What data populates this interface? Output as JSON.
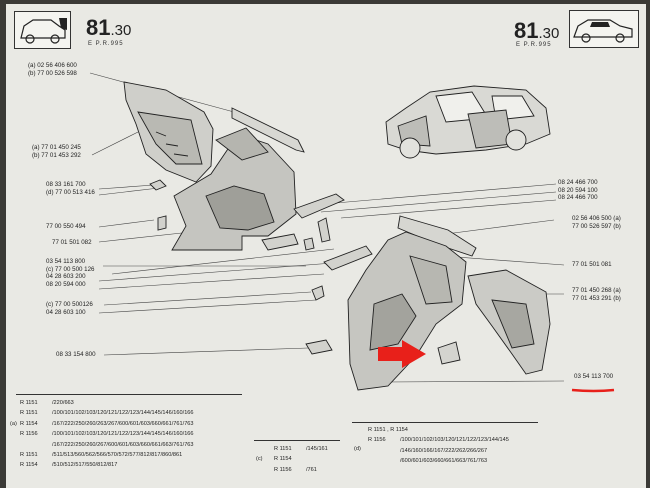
{
  "header": {
    "page_left": "81",
    "page_right": "81",
    "page_sub": "30",
    "ref_left": "E   P.R.995",
    "ref_right": "E   P.R.995"
  },
  "labels_left": [
    [
      "(a) 02 56 406 600",
      "(b) 77 00 526 598"
    ],
    [
      "(a) 77 01 450 245",
      "(b) 77 01 453 292"
    ],
    [
      "08 33 161 700",
      "(d) 77 00 513 416"
    ],
    [
      "77 00 550 494"
    ],
    [
      "77 01 501 082"
    ],
    [
      "03 54 113 800",
      "(c) 77 00 500 126",
      "04 28 603 200",
      "08 20 594 000"
    ],
    [
      "(c) 77 00 500126",
      "04 28 603 100"
    ],
    [
      "08 33 154 800"
    ]
  ],
  "labels_right": [
    [
      "08 24 466 700",
      "08 20 594 100",
      "08 24 466 700"
    ],
    [
      "02 56 406 500 (a)",
      "77 00 526 597 (b)"
    ],
    [
      "77 01 501 081"
    ],
    [
      "77 01 450 268 (a)",
      "77 01 453 291 (b)"
    ],
    [
      "03 54 113 700"
    ]
  ],
  "table_a": [
    [
      "R 1151",
      "/220/663"
    ],
    [
      "R 1151",
      "/100/101/102/103/120/121/122/123/144/145/146/160/166"
    ],
    [
      "R 1154",
      "/167/222/250/260/263/267/600/601/603/660/661/761/763"
    ],
    [
      "R 1156",
      "/100/101/102/103/120/121/122/123/144/145/146/160/166"
    ],
    [
      "",
      "/167/222/250/260/267/600/601/603/660/661/663/761/763"
    ],
    [
      "R 1151",
      "/511/513/560/562/566/570/572/577/812/817/860/861"
    ],
    [
      "R 1154",
      "/510/512/517/550/812/817"
    ]
  ],
  "table_a_marker": "(a)",
  "table_b": [
    [
      "R 1151",
      "/145/161"
    ],
    [
      "R 1154",
      ""
    ],
    [
      "R 1156",
      "/761"
    ]
  ],
  "table_b_marker": "(c)",
  "table_d": [
    [
      "R 1151 , R 1154",
      ""
    ],
    [
      "R 1156",
      "/100/101/102/103/120/121/122/123/144/145"
    ],
    [
      "",
      "/146/160/166/167/222/262/266/267"
    ],
    [
      "",
      "/600/601/603/660/661/663/761/763"
    ]
  ],
  "table_d_marker": "(d)",
  "annotations": {
    "highlight_color": "#e8201a"
  }
}
